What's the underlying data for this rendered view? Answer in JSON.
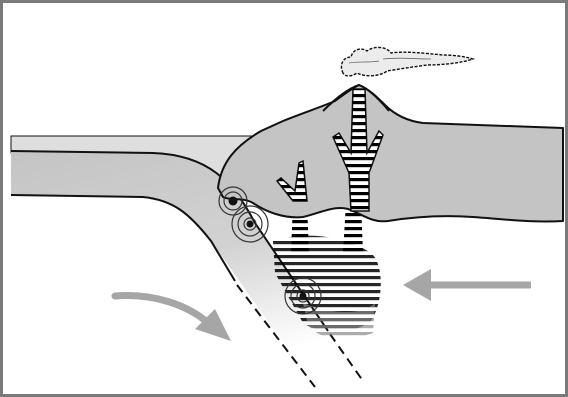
{
  "diagram": {
    "title": "",
    "colors": {
      "frame": "#7a7a7a",
      "crust": "#c4c4c4",
      "ocean": "#d9d9d9",
      "outline": "#111111",
      "arrow": "#a6a6a6",
      "magma_stripe": "#000000",
      "quake_ring": "#333333"
    },
    "elements": [
      "subducting-oceanic-plate",
      "overriding-continental-plate",
      "volcano",
      "eruption-plume",
      "magma-conduits",
      "magma-chamber",
      "earthquake-foci",
      "plate-motion-arrows"
    ]
  }
}
